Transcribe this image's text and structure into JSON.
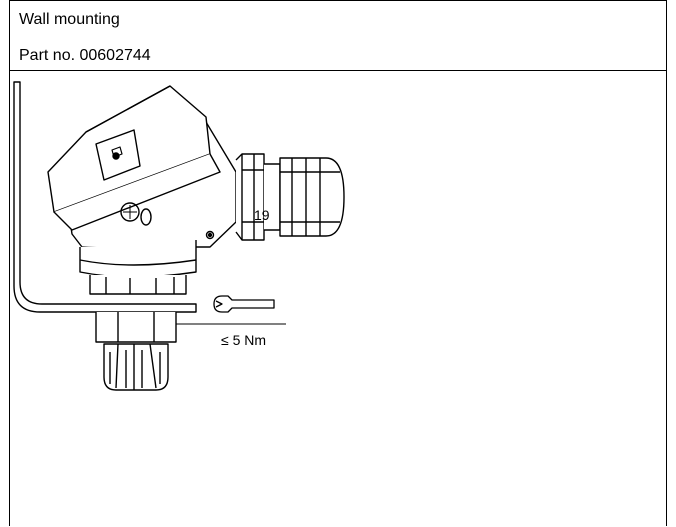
{
  "document": {
    "title": "Wall mounting",
    "part_number": "Part no. 00602744"
  },
  "figure": {
    "wrench_size": "19",
    "torque": "≤ 5 Nm"
  }
}
